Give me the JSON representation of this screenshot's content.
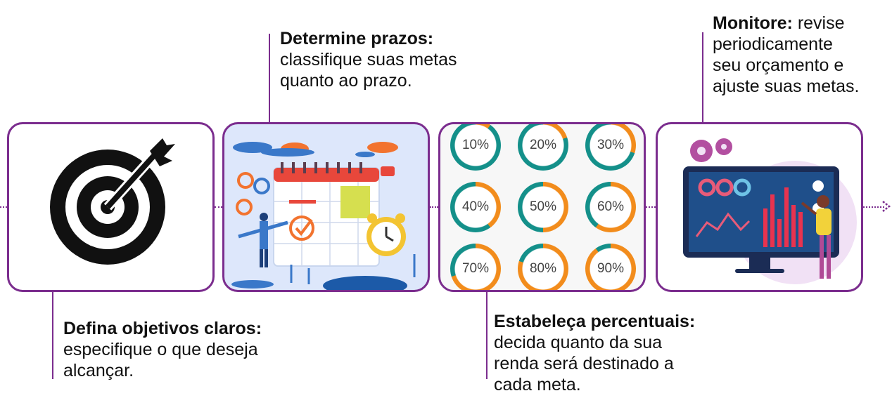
{
  "colors": {
    "accent": "#7b2d8e",
    "teal": "#14908a",
    "orange": "#f28c1c"
  },
  "steps": [
    {
      "title": "Defina objetivos claros:",
      "line1": "especifique o que deseja",
      "line2": "alcançar.",
      "line3": "",
      "icon": "target-icon"
    },
    {
      "title": "Determine prazos:",
      "line1": "classifique suas metas",
      "line2": "quanto ao prazo.",
      "line3": "",
      "icon": "calendar-icon"
    },
    {
      "title": "Estabeleça percentuais:",
      "line1": "decida quanto da sua",
      "line2": "renda será destinado a",
      "line3": "cada meta.",
      "icon": "percent-rings-icon"
    },
    {
      "title": "Monitore:",
      "title_rest": " revise",
      "line1": "periodicamente",
      "line2": "seu orçamento e",
      "line3": "ajuste suas metas.",
      "icon": "monitor-dashboard-icon"
    }
  ],
  "percentages": [
    {
      "label": "10%",
      "fraction": 0.1
    },
    {
      "label": "20%",
      "fraction": 0.2
    },
    {
      "label": "30%",
      "fraction": 0.3
    },
    {
      "label": "40%",
      "fraction": 0.4
    },
    {
      "label": "50%",
      "fraction": 0.5
    },
    {
      "label": "60%",
      "fraction": 0.6
    },
    {
      "label": "70%",
      "fraction": 0.7
    },
    {
      "label": "80%",
      "fraction": 0.8
    },
    {
      "label": "90%",
      "fraction": 0.9
    }
  ]
}
